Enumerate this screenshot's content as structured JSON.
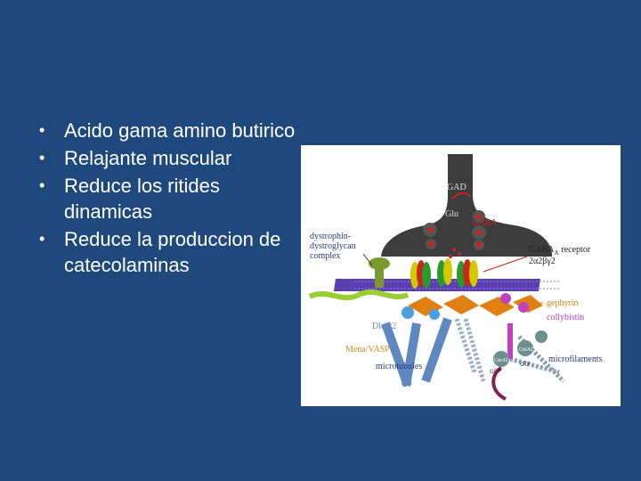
{
  "bullets": [
    "Acido gama amino butirico",
    "Relajante muscular",
    "Reduce los ritides dinamicas",
    "Reduce la produccion de catecolaminas"
  ],
  "figure": {
    "labels": {
      "gad": "GAD",
      "glu": "Glu",
      "gaba": "GABA",
      "dystrophin_1": "dystrophin-",
      "dystrophin_2": "dystroglycan",
      "dystrophin_3": "complex",
      "receptor_1": "GABA",
      "receptor_sub": "A",
      "receptor_2": "receptor",
      "receptor_3": "2α2βγ2",
      "gephyrin": "gephyrin",
      "collybistin": "collybistin",
      "dlc": "Dlc1/2",
      "mena": "Mena/VASP",
      "microtubules": "microtubules",
      "microfilaments": "microfilaments",
      "cdc42_a": "Cdc42",
      "cdc42_b": "Cdc42",
      "gdp": "GDP",
      "gtp": "GTP"
    },
    "colors": {
      "terminal": "#3d3d3d",
      "membrane": "#5b3fb0",
      "red_label": "#cc2222",
      "gephyrin": "#e08010",
      "collybistin": "#c040c0",
      "mena": "#d08a20"
    }
  }
}
